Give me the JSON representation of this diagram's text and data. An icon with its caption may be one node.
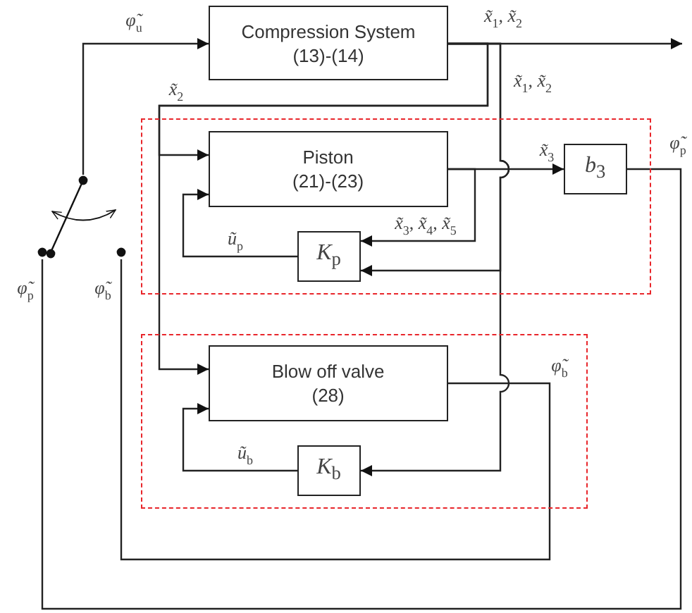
{
  "diagram": {
    "nodes": [
      {
        "text": [
          "Compression System",
          "(13)-(14)"
        ]
      },
      {
        "text": [],
        "shape": "box"
      },
      {
        "text": [
          "Piston",
          "(21)-(23)"
        ],
        "in": 1
      },
      {
        "text": [
          "*b*$_{3}$"
        ],
        "in": 1
      },
      {
        "text": [
          "*K*$_{p}$"
        ],
        "in": 1
      },
      {
        "text": [],
        "shape": "box"
      },
      {
        "text": [
          "Blow off valve",
          "(28)"
        ],
        "in": 5
      },
      {
        "text": [
          "*K*$_{b}$"
        ],
        "in": 5
      },
      {
        "text": [],
        "shape": "picture",
        "beside": [
          "*φ̃*$_{p}$",
          "*φ̃*$_{b}$"
        ]
      }
    ],
    "edges": [
      {
        "from": 8,
        "to": 0,
        "arrow": "to",
        "label": "*φ̃*$_{u}$"
      },
      {
        "from": 0,
        "to": null,
        "arrow": "to",
        "label": "*x̃*$_{1}$, *x̃*$_{2}$"
      },
      {
        "from": 0,
        "to": 2,
        "arrow": "to",
        "label": "*x̃*$_{2}$"
      },
      {
        "from": 0,
        "to": 6,
        "arrow": "to"
      },
      {
        "from": 0,
        "to": 4,
        "arrow": "to",
        "label": "*x̃*$_{1}$, *x̃*$_{2}$"
      },
      {
        "from": 0,
        "to": 7,
        "arrow": "to"
      },
      {
        "from": 2,
        "to": 3,
        "arrow": "to",
        "label": "*x̃*$_{3}$"
      },
      {
        "from": 2,
        "to": 4,
        "arrow": "to",
        "label": "*x̃*$_{3}$, *x̃*$_{4}$, *x̃*$_{5}$"
      },
      {
        "from": 4,
        "to": 2,
        "arrow": "to",
        "label": "*ũ*$_{p}$"
      },
      {
        "from": 7,
        "to": 6,
        "arrow": "to",
        "label": "*ũ*$_{b}$"
      },
      {
        "from": 3,
        "to": 8,
        "arrow": "none",
        "label": "*φ̃*$_{p}$"
      },
      {
        "from": 6,
        "to": 8,
        "arrow": "none",
        "label": "*φ̃*$_{b}$"
      }
    ]
  }
}
